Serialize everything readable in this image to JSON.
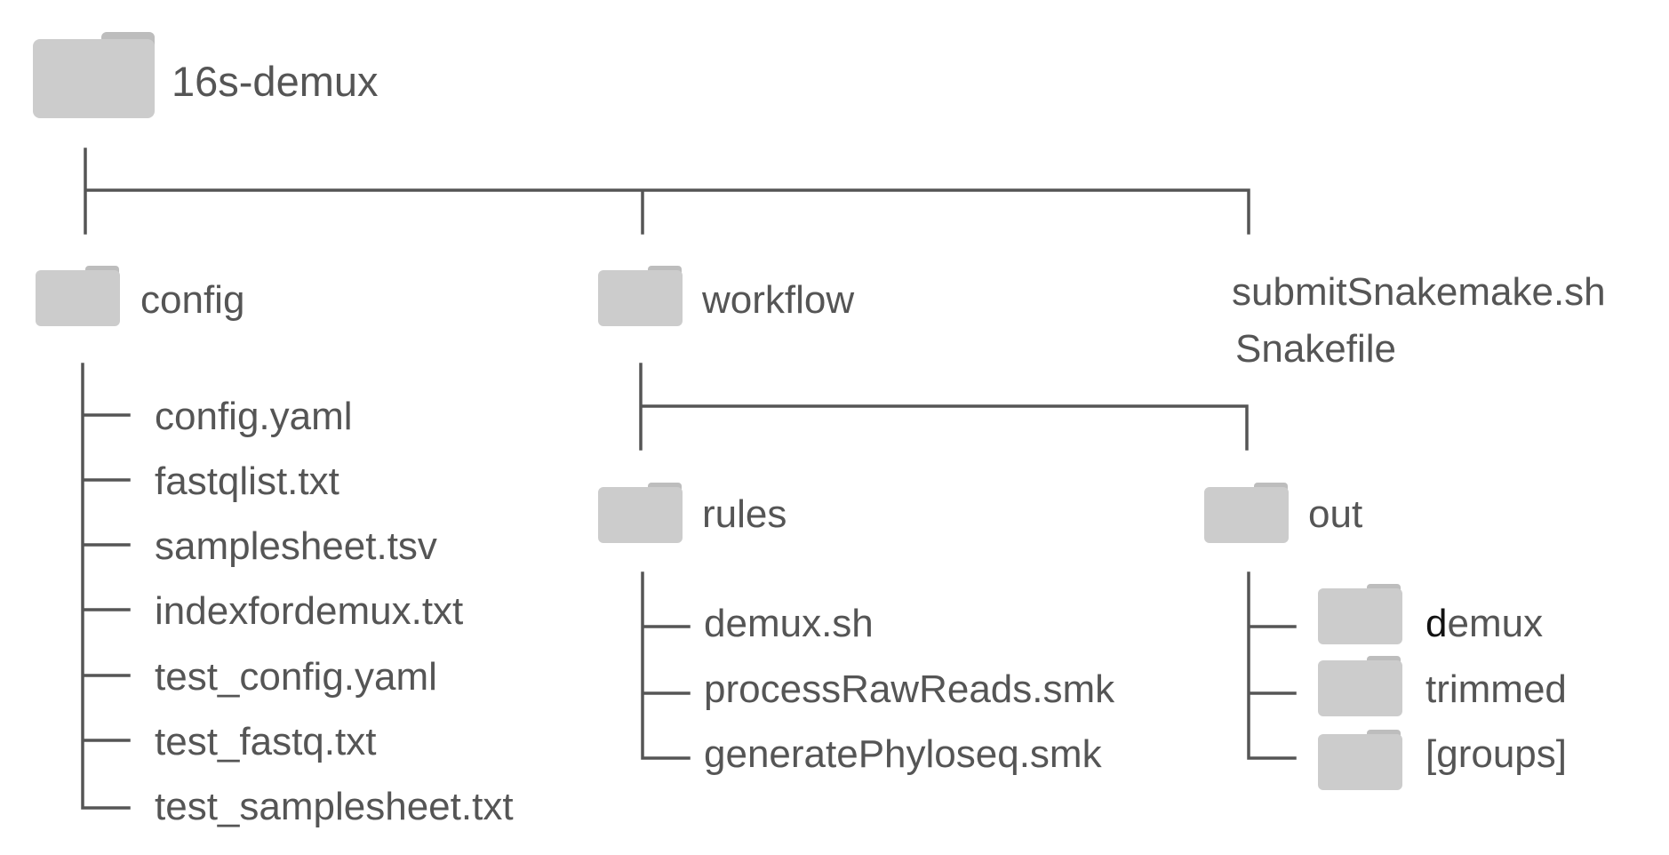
{
  "colors": {
    "line": "#555555",
    "text": "#555555",
    "folder": "#cccccc",
    "folder_tab": "#bdbdbd",
    "highlight_letter": "#111111"
  },
  "icons": {
    "folder": "folder-icon"
  },
  "tree": {
    "root": {
      "label": "16s-demux"
    },
    "config": {
      "label": "config",
      "files": [
        "config.yaml",
        "fastqlist.txt",
        "samplesheet.tsv",
        "indexfordemux.txt",
        "test_config.yaml",
        "test_fastq.txt",
        "test_samplesheet.txt"
      ]
    },
    "workflow": {
      "label": "workflow",
      "rules": {
        "label": "rules",
        "files": [
          "demux.sh",
          "processRawReads.smk",
          "generatePhyloseq.smk"
        ]
      },
      "out": {
        "label": "out",
        "demux_first": "d",
        "demux_rest": "emux",
        "folders": [
          "trimmed",
          "[groups]"
        ]
      }
    },
    "root_files": [
      "submitSnakemake.sh",
      "Snakefile"
    ]
  }
}
